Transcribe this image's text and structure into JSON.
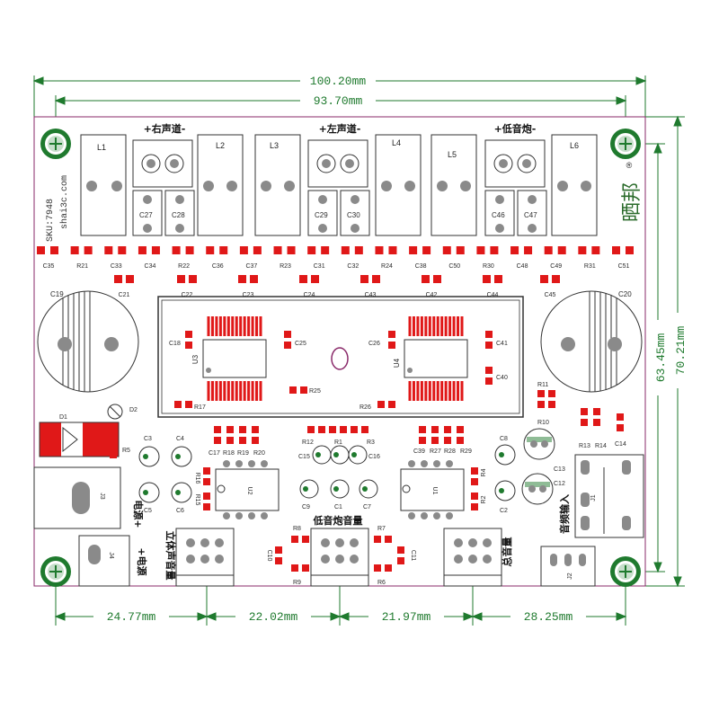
{
  "dimensions": {
    "overall_width": "100.20mm",
    "hole_span_width": "93.70mm",
    "hole_span_height": "63.45mm",
    "overall_height": "70.21mm",
    "bottom_spans": [
      "24.77mm",
      "22.02mm",
      "21.97mm",
      "28.25mm"
    ]
  },
  "headers": {
    "right_channel": "+右声道-",
    "left_channel": "+左声道-",
    "subwoofer": "+低音炮-"
  },
  "side_text": {
    "sku": "SKU:7948",
    "site": "shai3c.com",
    "brand": "晒邦",
    "registered": "®"
  },
  "inductors": [
    "L1",
    "L2",
    "L3",
    "L4",
    "L5",
    "L6"
  ],
  "top_caps": {
    "right": [
      "C27",
      "C28"
    ],
    "left": [
      "C29",
      "C30"
    ],
    "sub": [
      "C46",
      "C47"
    ]
  },
  "row1_labels": [
    "C35",
    "R21",
    "C33",
    "C34",
    "R22",
    "C36",
    "C37",
    "R23",
    "C31",
    "C32",
    "R24",
    "C38",
    "C50",
    "R30",
    "C48",
    "C49",
    "R31",
    "C51"
  ],
  "row2_labels": [
    "C21",
    "C22",
    "C23",
    "C24",
    "C43",
    "C42",
    "C44",
    "C45"
  ],
  "big_caps": {
    "left": "C19",
    "right": "C20"
  },
  "ic_area": {
    "u3": "U3",
    "u4": "U4",
    "c18": "C18",
    "c25": "C25",
    "c26": "C26",
    "c41": "C41",
    "c40": "C40",
    "r25": "R25",
    "r17": "R17",
    "r26": "R26"
  },
  "lower_labels": {
    "d1": "D1",
    "d2": "D2",
    "r5": "R5",
    "c3": "C3",
    "c4": "C4",
    "c5": "C5",
    "c6": "C6",
    "r16": "R16",
    "r15": "R15",
    "c17": "C17",
    "r18": "R18",
    "r19": "R19",
    "r20": "R20",
    "u2": "U2",
    "u1": "U1",
    "r12": "R12",
    "r1": "R1",
    "r3": "R3",
    "c15": "C15",
    "c16": "C16",
    "c9": "C9",
    "c1": "C1",
    "c7": "C7",
    "c39": "C39",
    "r27": "R27",
    "r28": "R28",
    "r29": "R29",
    "r4": "R4",
    "r2": "R2",
    "c8": "C8",
    "c2": "C2",
    "c13": "C13",
    "c12": "C12",
    "j1": "J1",
    "r11": "R11",
    "r10": "R10",
    "r13": "R13",
    "r14": "R14",
    "c14": "C14",
    "j3": "J3",
    "j4": "J4",
    "j2": "J2",
    "r7": "R7",
    "r8": "R8",
    "r9": "R9",
    "r6": "R6",
    "c10": "C10",
    "c11": "C11"
  },
  "section_labels": {
    "power": "电源+",
    "power2": "+电源",
    "stereo_vol": "立体声音量",
    "bass_vol": "低音炮音量",
    "master_vol": "总音量",
    "audio_in": "音频输入"
  },
  "colors": {
    "board_outline": "#8a2a6a",
    "dim_green": "#1f7a2e",
    "pad_red": "#e01818",
    "silk": "#2b2b2b"
  }
}
